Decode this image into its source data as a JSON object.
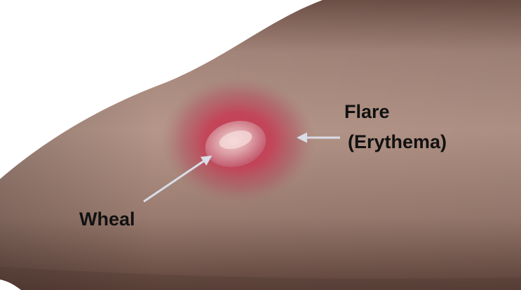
{
  "labels": {
    "wheal": "Wheal",
    "flare": "Flare",
    "erythema": "(Erythema)"
  },
  "colors": {
    "skin_light": "#b08f80",
    "skin_mid": "#8f6f63",
    "skin_dark": "#5b4038",
    "flare": "#c7384f",
    "wheal": "#e6b9b8",
    "arrow": "#d9dde8",
    "text": "#111111"
  }
}
